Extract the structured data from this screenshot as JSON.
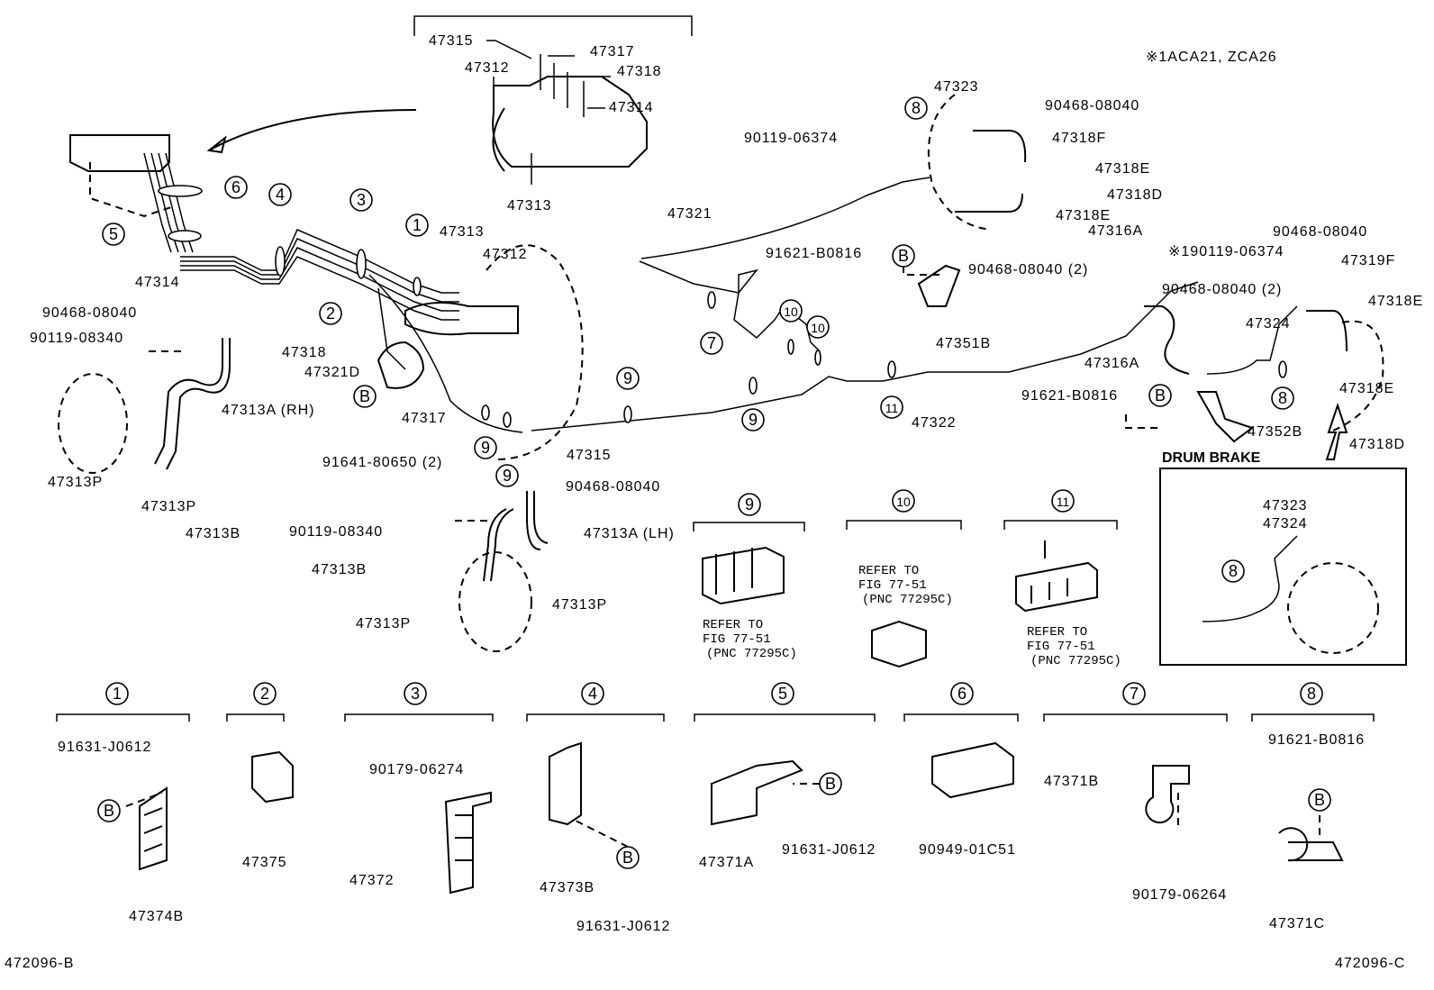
{
  "diagram": {
    "figure_id_left": "472096-B",
    "figure_id_right": "472096-C",
    "variant_note": "※1ACA21, ZCA26",
    "drum_brake_title": "DRUM BRAKE",
    "part_labels": [
      "47315",
      "47317",
      "47312",
      "47318",
      "47314",
      "47313",
      "47323",
      "90468-08040",
      "90119-06374",
      "47318F",
      "47318E",
      "47318D",
      "47318E",
      "47321",
      "47316A",
      "91621-B0816",
      "※190119-06374",
      "90468-08040 (2)",
      "90468-08040",
      "47319F",
      "90468-08040 (2)",
      "47324",
      "47318E",
      "47351B",
      "47313",
      "47312",
      "47314",
      "90468-08040",
      "90119-08340",
      "47318",
      "47321D",
      "47317",
      "47313A (RH)",
      "91641-80650 (2)",
      "47315",
      "47313P",
      "47313P",
      "47313B",
      "90468-08040",
      "90119-08340",
      "47313A (LH)",
      "47313B",
      "47313P",
      "47313P",
      "47316A",
      "91621-B0816",
      "47322",
      "47352B",
      "47318E",
      "47318D",
      "47323",
      "47324",
      "91631-J0612",
      "47374B",
      "47375",
      "90179-06274",
      "47372",
      "47373B",
      "91631-J0612",
      "47371A",
      "91631-J0612",
      "90949-01C51",
      "47371B",
      "90179-06264",
      "91621-B0816",
      "47371C"
    ],
    "refer_notes": [
      [
        "REFER TO",
        "FIG 77-51",
        "(PNC 77295C)"
      ],
      [
        "REFER TO",
        "FIG 77-51",
        "(PNC 77295C)"
      ],
      [
        "REFER TO",
        "FIG 77-51",
        "(PNC 77295C)"
      ]
    ],
    "callouts": [
      "8",
      "6",
      "5",
      "4",
      "3",
      "1",
      "2",
      "B",
      "B",
      "7",
      "10",
      "10",
      "9",
      "9",
      "11",
      "9",
      "9",
      "B",
      "8",
      "8",
      "9",
      "10",
      "11",
      "1",
      "2",
      "3",
      "4",
      "5",
      "6",
      "7",
      "8",
      "B",
      "B",
      "B",
      "B"
    ]
  }
}
